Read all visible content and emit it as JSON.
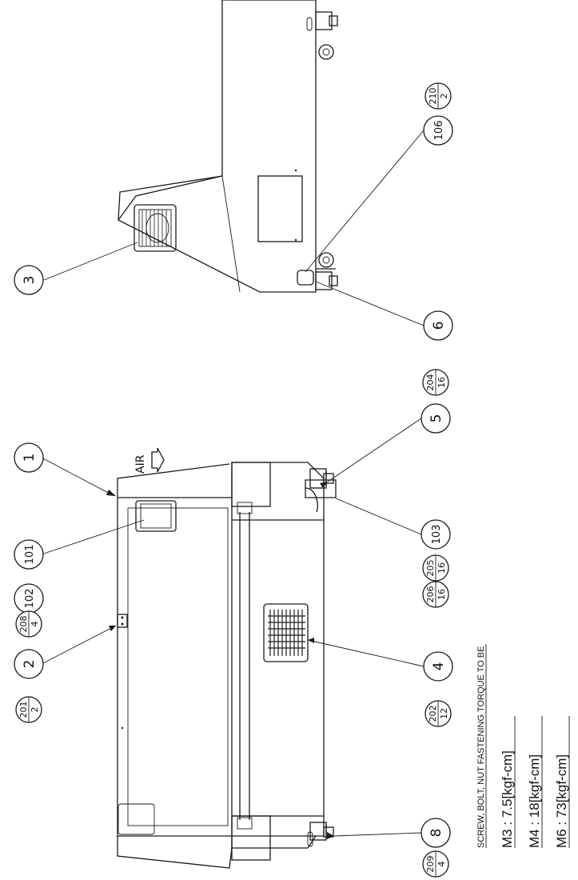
{
  "notes": {
    "title": "SCREW, BOLT, NUT FASTENING TORQUE TO BE",
    "torque": [
      "M3 : 7.5[kgf-cm]",
      "M4 : 18[kgf-cm]",
      "M6 : 73[kgf-cm]"
    ]
  },
  "air_label": "AIR",
  "parts": [
    "1",
    "2",
    "3",
    "4",
    "5",
    "6",
    "8",
    "101",
    "102",
    "103",
    "106"
  ],
  "fasteners": [
    {
      "top": "201",
      "bottom": "2"
    },
    {
      "top": "208",
      "bottom": "4"
    },
    {
      "top": "202",
      "bottom": "12"
    },
    {
      "top": "206",
      "bottom": "16"
    },
    {
      "top": "205",
      "bottom": "16"
    },
    {
      "top": "204",
      "bottom": "16"
    },
    {
      "top": "209",
      "bottom": "4"
    },
    {
      "top": "210",
      "bottom": "2"
    }
  ]
}
